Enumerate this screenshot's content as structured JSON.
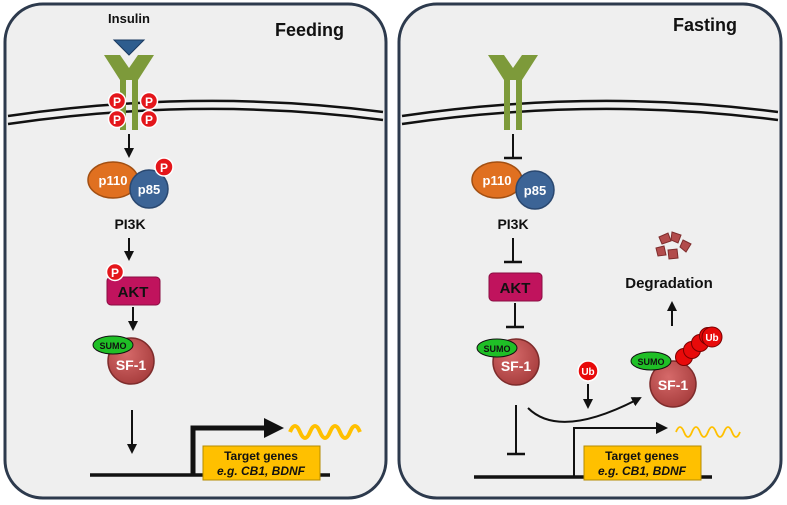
{
  "colors": {
    "panel_fill": "#efefef",
    "panel_stroke": "#2d3a4d",
    "receptor": "#7d9a3a",
    "insulin": "#2e5d8e",
    "phospho": "#e4161b",
    "p110": "#e07020",
    "p85": "#3c6496",
    "akt": "#c0135d",
    "sf1": "#bd4c4c",
    "sumo": "#1fbf26",
    "target_box": "#ffc000",
    "mrna": "#ffc000",
    "ubiquitin": "#e80a0a",
    "degradation": "#b24c4c"
  },
  "feeding": {
    "title": "Feeding",
    "insulin_label": "Insulin",
    "phospho_label": "P",
    "p110_label": "p110",
    "p85_label": "p85",
    "pi3k_label": "PI3K",
    "akt_label": "AKT",
    "sumo_label": "SUMO",
    "sf1_label": "SF-1",
    "target_line1": "Target genes",
    "target_line2": "e.g. CB1, BDNF"
  },
  "fasting": {
    "title": "Fasting",
    "p110_label": "p110",
    "p85_label": "p85",
    "pi3k_label": "PI3K",
    "akt_label": "AKT",
    "sumo_label": "SUMO",
    "sf1_label": "SF-1",
    "ub_label": "Ub",
    "sumo2_label": "SUMO",
    "sf1_2_label": "SF-1",
    "ub_chain_label": "Ub",
    "degradation_label": "Degradation",
    "target_line1": "Target genes",
    "target_line2": "e.g. CB1, BDNF"
  }
}
